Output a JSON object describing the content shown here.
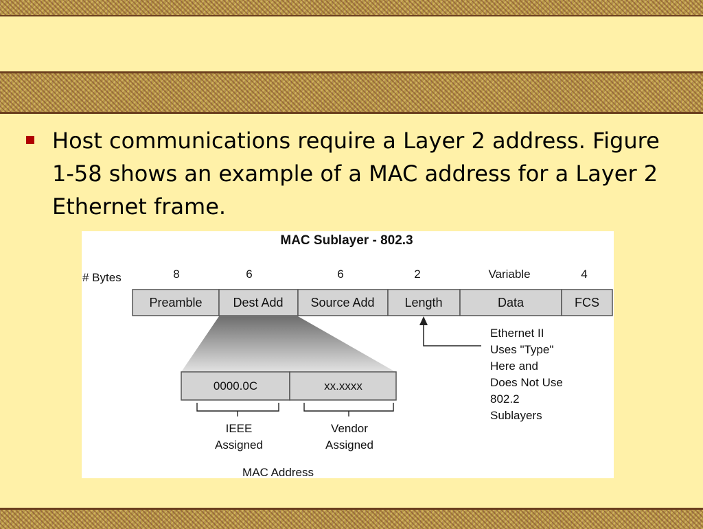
{
  "slide": {
    "bullet_text": "Host communications require a Layer 2 address. Figure 1-58 shows an example of a MAC address for a Layer 2 Ethernet frame."
  },
  "figure": {
    "title": "MAC Sublayer - 802.3",
    "bytes_label": "# Bytes",
    "fields": [
      {
        "name": "Preamble",
        "bytes": "8"
      },
      {
        "name": "Dest Add",
        "bytes": "6"
      },
      {
        "name": "Source Add",
        "bytes": "6"
      },
      {
        "name": "Length",
        "bytes": "2"
      },
      {
        "name": "Data",
        "bytes": "Variable"
      },
      {
        "name": "FCS",
        "bytes": "4"
      }
    ],
    "note": [
      "Ethernet II",
      "Uses \"Type\"",
      "Here and",
      "Does Not Use",
      "802.2",
      "Sublayers"
    ],
    "mac_parts": [
      {
        "value": "0000.0C",
        "label": [
          "IEEE",
          "Assigned"
        ]
      },
      {
        "value": "xx.xxxx",
        "label": [
          "Vendor",
          "Assigned"
        ]
      }
    ],
    "mac_caption": "MAC Address"
  },
  "colors": {
    "background": "#FFF1A8",
    "bullet": "#B00000",
    "band_border": "#6B3F1E",
    "field_fill": "#D4D4D4"
  }
}
